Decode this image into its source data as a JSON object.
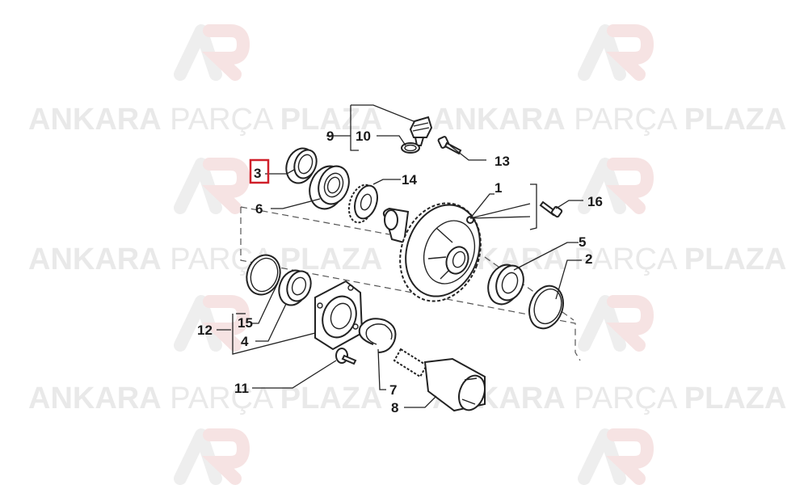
{
  "watermark": {
    "word1": "ANKARA",
    "word2": "PARÇA",
    "word3": "PLAZA"
  },
  "diagram": {
    "highlighted_part": "3",
    "callouts": {
      "c1": "1",
      "c2": "2",
      "c3": "3",
      "c4": "4",
      "c5": "5",
      "c6": "6",
      "c7": "7",
      "c8": "8",
      "c9": "9",
      "c10": "10",
      "c11": "11",
      "c12": "12",
      "c13": "13",
      "c14": "14",
      "c15": "15",
      "c16": "16"
    }
  },
  "colors": {
    "highlight": "#d0202a",
    "watermark": "#e9e9e9"
  }
}
